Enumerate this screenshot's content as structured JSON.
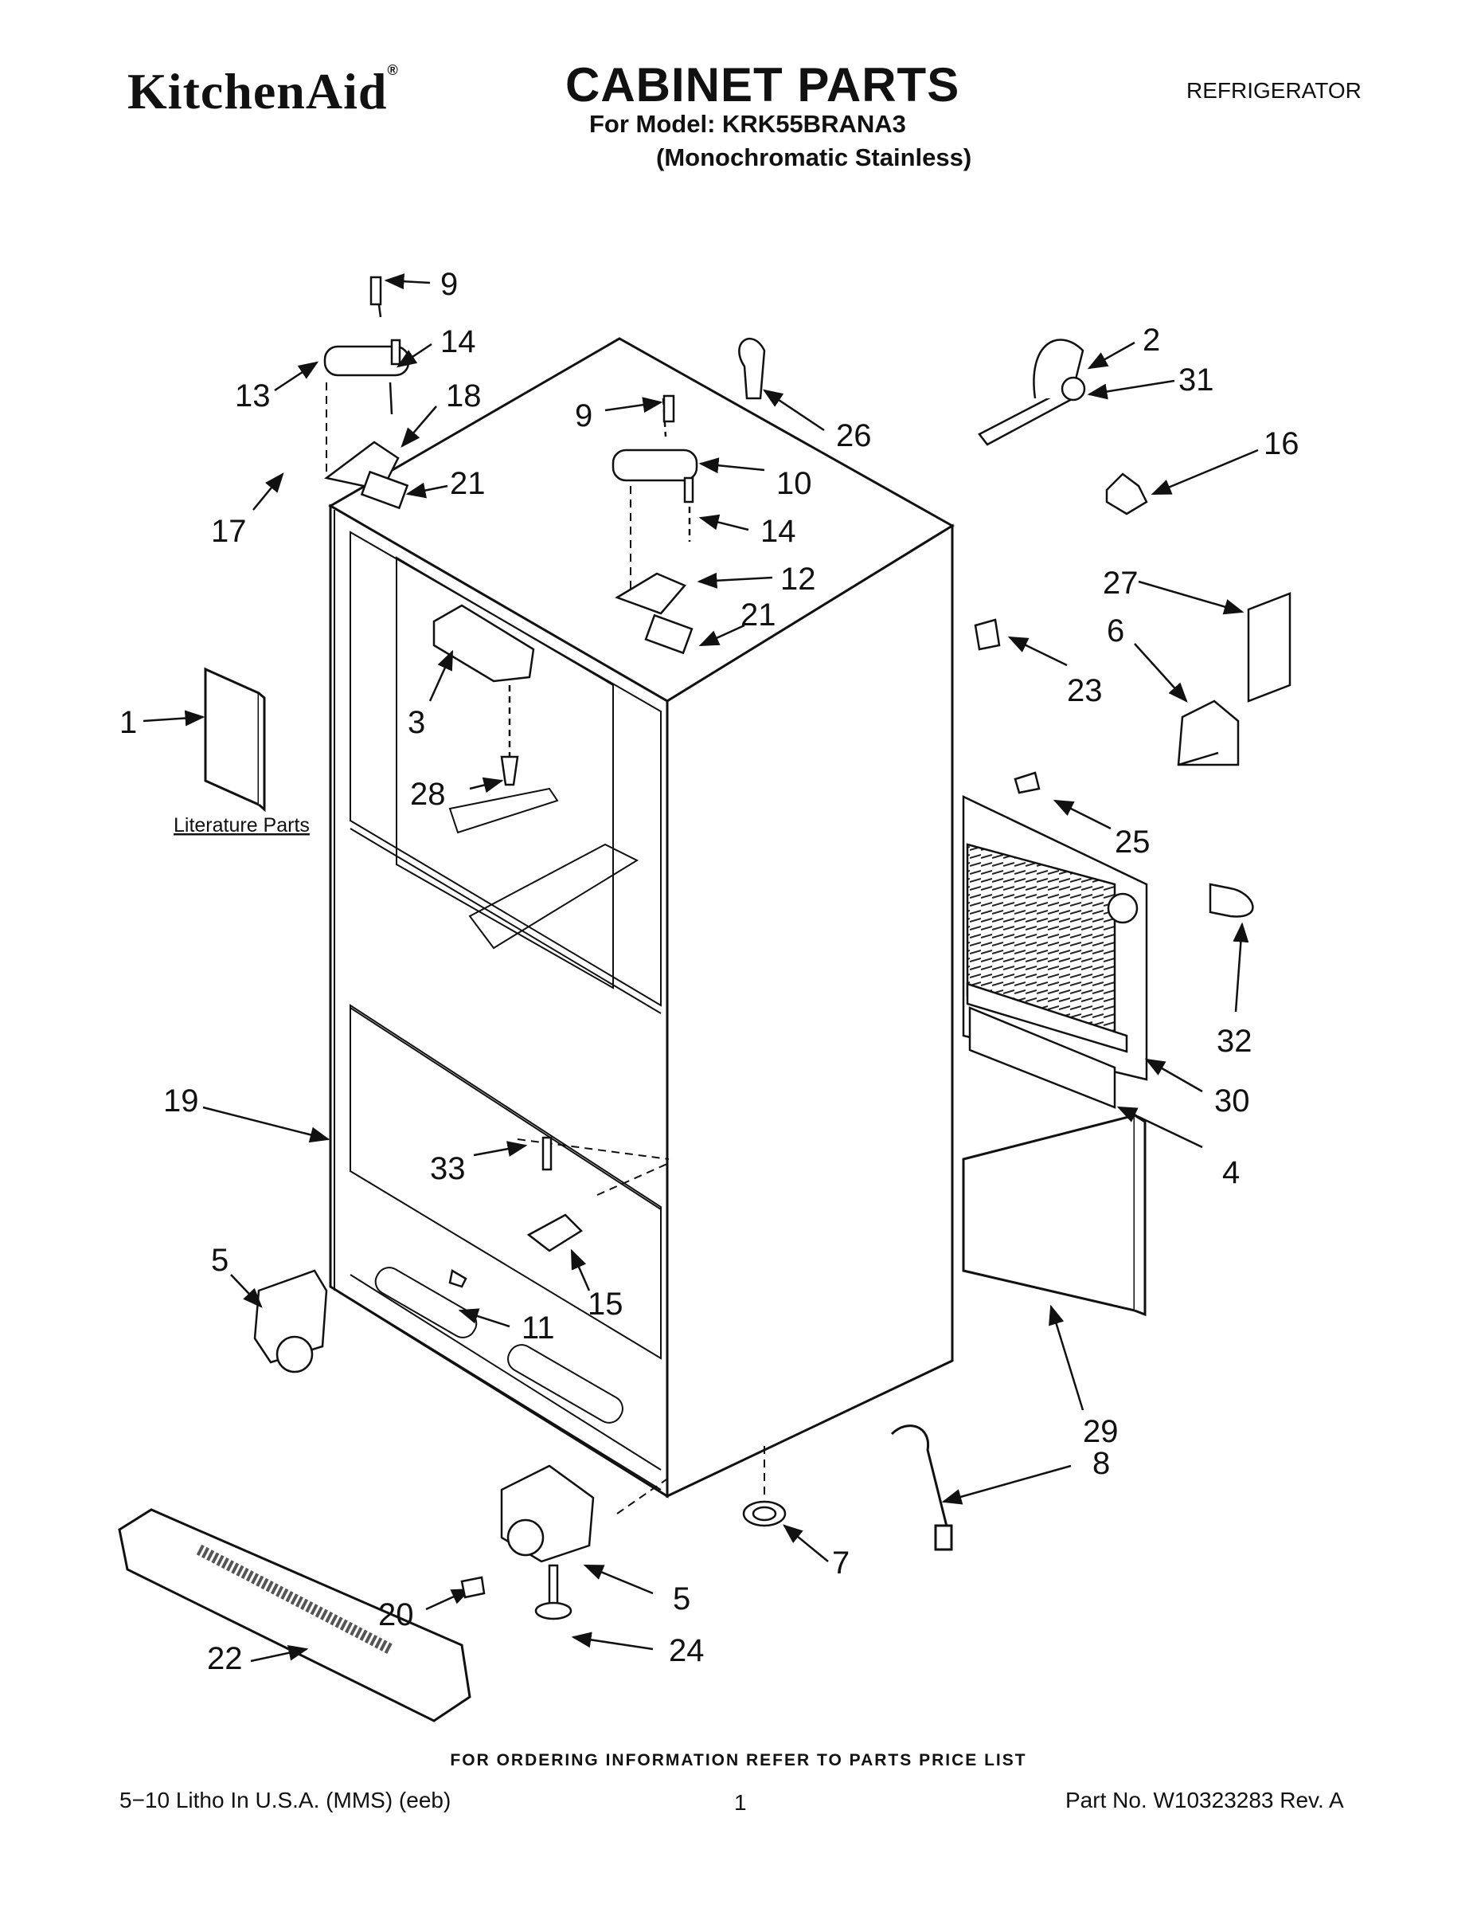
{
  "header": {
    "brand": "KitchenAid",
    "brand_mark": "®",
    "title": "CABINET PARTS",
    "category": "REFRIGERATOR",
    "model_line": "For Model: KRK55BRANA3",
    "variant_line": "(Monochromatic Stainless)"
  },
  "diagram": {
    "literature_label": "Literature Parts",
    "callouts": [
      "9",
      "14",
      "13",
      "18",
      "21",
      "17",
      "9",
      "26",
      "10",
      "14",
      "12",
      "21",
      "2",
      "31",
      "16",
      "27",
      "6",
      "23",
      "1",
      "3",
      "28",
      "25",
      "32",
      "30",
      "4",
      "19",
      "33",
      "15",
      "5",
      "11",
      "29",
      "8",
      "7",
      "5",
      "20",
      "24",
      "22"
    ]
  },
  "footer": {
    "ordering": "FOR ORDERING INFORMATION REFER TO PARTS PRICE LIST",
    "litho": "5−10 Litho In U.S.A. (MMS) (eeb)",
    "page": "1",
    "part_no": "Part No. W10323283 Rev. A"
  }
}
